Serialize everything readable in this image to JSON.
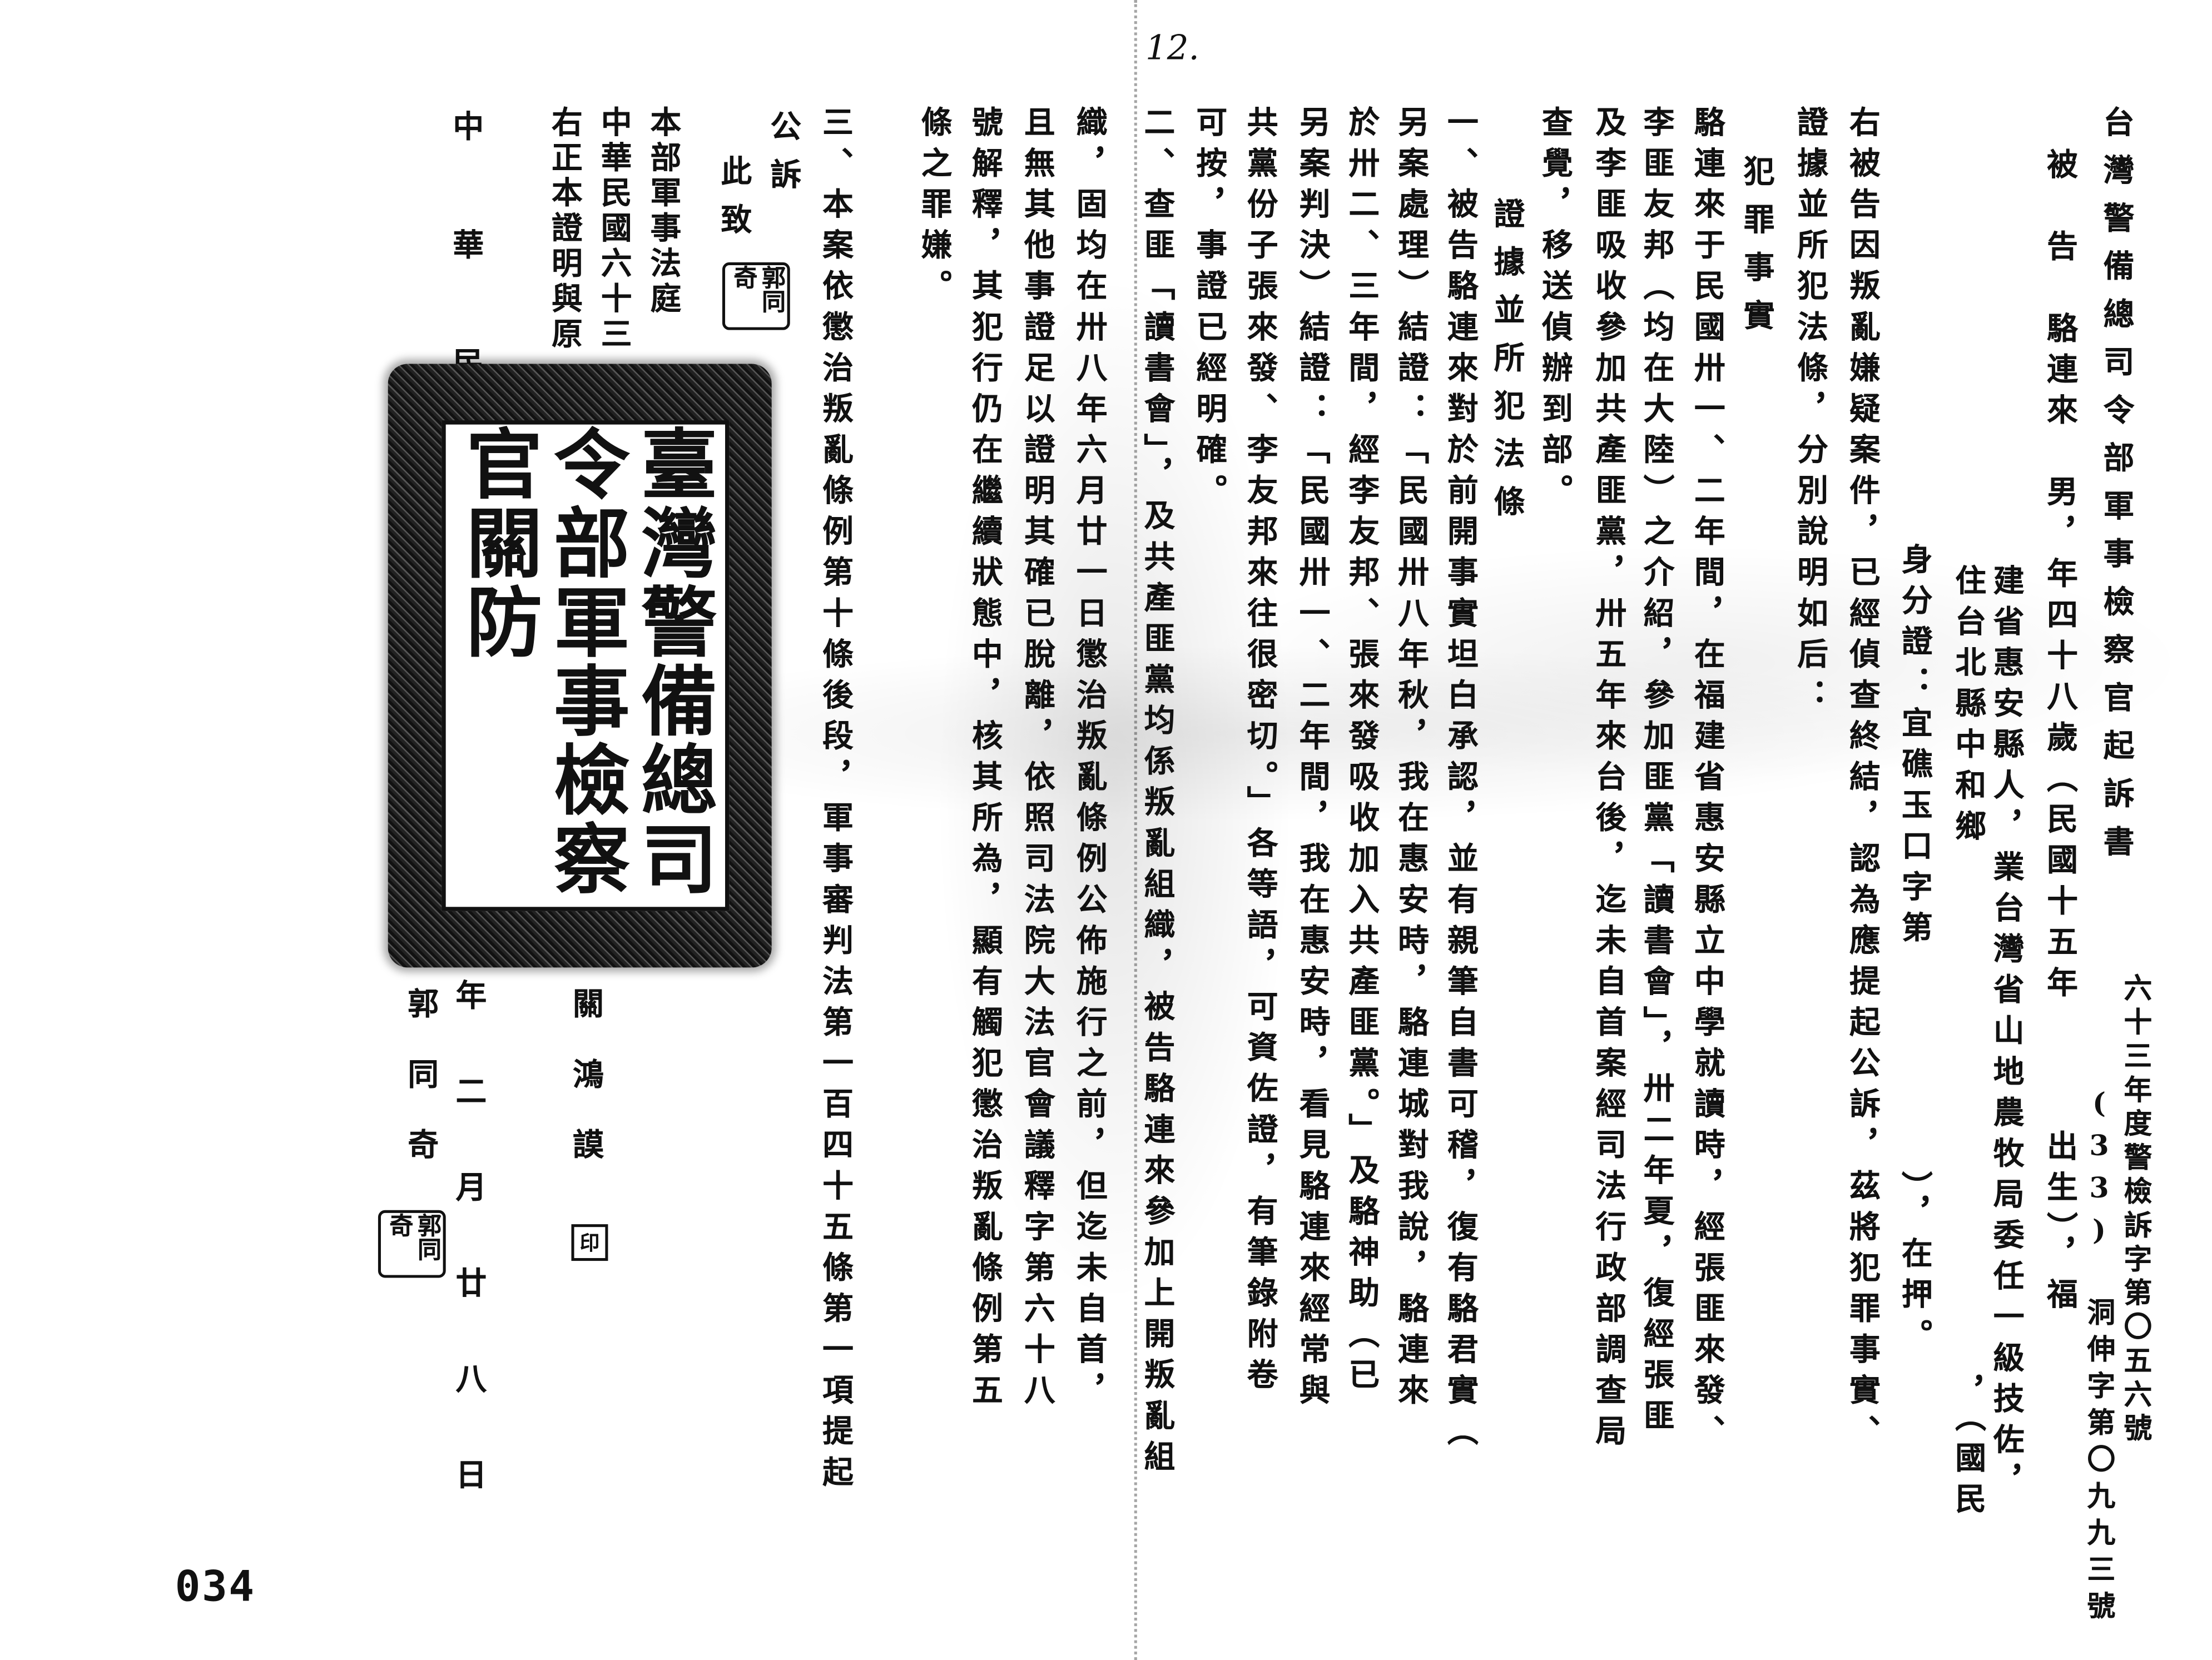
{
  "header": {
    "title": "台灣警備總司令部軍事檢察官起訴書",
    "case_number": "六十三年度警檢訴字第〇五六號",
    "ref_number": "(33) 洞伸字第〇九九三號",
    "handwritten_page": "12."
  },
  "defendant": {
    "line1": "被　告　駱連來　男，年四十八歲（民國十五年　　　出生），福",
    "line2": "建省惠安縣人，業台灣省山地農牧局委任一級技佐，",
    "line3a": "住台北縣中和鄉",
    "line3b": "，（國民",
    "line4a": "身分證：宜礁玉口字第",
    "line4b": "），在押。"
  },
  "body": {
    "intro1": "右被告因叛亂嫌疑案件，已經偵查終結，認為應提起公訴，茲將犯罪事實、",
    "intro2": "證據並所犯法條，分別說明如后：",
    "facts_heading": "犯罪事實",
    "facts": [
      "駱連來于民國卅一、二年間，在福建省惠安縣立中學就讀時，經張匪來發、",
      "李匪友邦（均在大陸）之介紹，參加匪黨「讀書會」，卅二年夏，復經張匪",
      "及李匪吸收參加共產匪黨，卅五年來台後，迄未自首案經司法行政部調查局",
      "查覺，移送偵辦到部。"
    ],
    "evidence_heading": "證據並所犯法條",
    "evidence": [
      "一、被告駱連來對於前開事實坦白承認，並有親筆自書可稽，復有駱君實（",
      "另案處理）結證：「民國卅八年秋，我在惠安時，駱連城對我說，駱連來",
      "於卅二、三年間，經李友邦、張來發吸收加入共產匪黨。」及駱神助（已",
      "另案判決）結證：「民國卅一、二年間，我在惠安時，看見駱連來經常與",
      "共黨份子張來發、李友邦來往很密切。」各等語，可資佐證，有筆錄附卷",
      "可按，事證已經明確。",
      "二、查匪「讀書會」，及共產匪黨均係叛亂組織，被告駱連來參加上開叛亂組",
      "織，固均在卅八年六月廿一日懲治叛亂條例公佈施行之前，但迄未自首，",
      "且無其他事證足以證明其確已脫離，依照司法院大法官會議釋字第六十八",
      "號解釋，其犯行仍在繼續狀態中，核其所為，顯有觸犯懲治叛亂條例第五",
      "條之罪嫌。",
      "三、本案依懲治叛亂條例第十條後段，軍事審判法第一百四十五條第一項提起"
    ],
    "closing1": "公訴",
    "closing2": "此致",
    "addressee": "本部軍事法庭",
    "date_partial": "中華民國六十三",
    "certification": "右正本證明與原",
    "date_line_a": "中　華　民",
    "date_line_b": "年二月廿八日"
  },
  "signatures": {
    "prosecutor": "關鴻謨",
    "prosecutor_seal": "印",
    "clerk": "郭同奇",
    "clerk_seal": "郭同奇"
  },
  "seal": {
    "text": "臺灣警備總司令部軍事檢察官關防"
  },
  "footer": {
    "page_number": "034"
  }
}
